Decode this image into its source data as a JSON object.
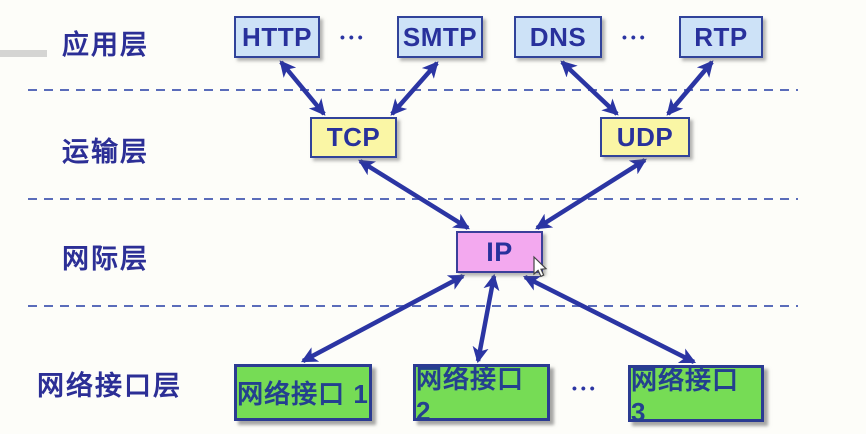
{
  "diagram": {
    "description_layers": [
      {
        "key": "application",
        "label": "应用层",
        "protocols": [
          "HTTP",
          "SMTP",
          "DNS",
          "RTP"
        ]
      },
      {
        "key": "transport",
        "label": "运输层",
        "protocols": [
          "TCP",
          "UDP"
        ]
      },
      {
        "key": "internet",
        "label": "网际层",
        "protocols": [
          "IP"
        ]
      },
      {
        "key": "network_interface",
        "label": "网络接口层",
        "protocols": [
          "网络接口 1",
          "网络接口 2",
          "网络接口 3"
        ]
      }
    ]
  },
  "labels": {
    "application_layer": "应用层",
    "transport_layer": "运输层",
    "internet_layer": "网际层",
    "network_interface_layer": "网络接口层"
  },
  "boxes": {
    "http": "HTTP",
    "smtp": "SMTP",
    "dns": "DNS",
    "rtp": "RTP",
    "tcp": "TCP",
    "udp": "UDP",
    "ip": "IP",
    "ni1": "网络接口 1",
    "ni2": "网络接口 2",
    "ni3": "网络接口 3"
  },
  "ellipsis": "•••",
  "connections": [
    {
      "from": "HTTP",
      "to": "TCP",
      "bidirectional": true
    },
    {
      "from": "SMTP",
      "to": "TCP",
      "bidirectional": true
    },
    {
      "from": "DNS",
      "to": "UDP",
      "bidirectional": true
    },
    {
      "from": "RTP",
      "to": "UDP",
      "bidirectional": true
    },
    {
      "from": "TCP",
      "to": "IP",
      "bidirectional": true
    },
    {
      "from": "UDP",
      "to": "IP",
      "bidirectional": true
    },
    {
      "from": "IP",
      "to": "网络接口 1",
      "bidirectional": true
    },
    {
      "from": "IP",
      "to": "网络接口 2",
      "bidirectional": true
    },
    {
      "from": "IP",
      "to": "网络接口 3",
      "bidirectional": true
    }
  ],
  "colors": {
    "background": "#fdfdf9",
    "application_box_fill": "#cde2f7",
    "transport_box_fill": "#faf6a5",
    "internet_box_fill": "#f3a9ef",
    "network_interface_box_fill": "#76dc55",
    "box_border": "#31439a",
    "box_text": "#28319c",
    "layer_label_text": "#2c2f96",
    "arrow": "#2b35a3",
    "dashed_line": "#5a6cba"
  }
}
